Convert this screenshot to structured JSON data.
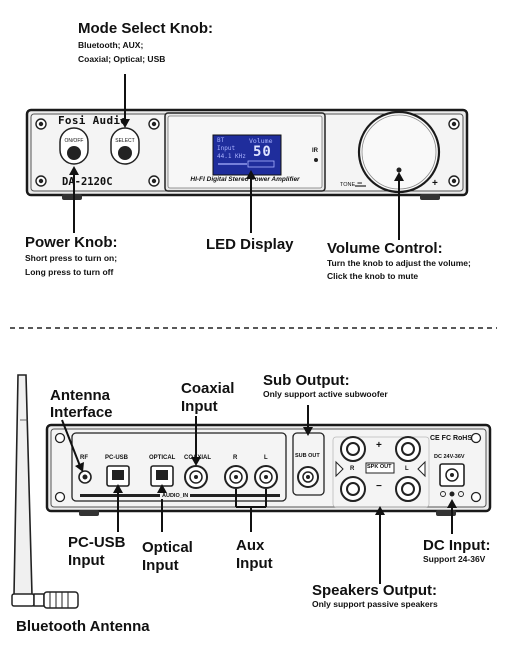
{
  "front": {
    "mode_knob": {
      "title": "Mode Select Knob",
      "desc1": "Bluetooth; AUX;",
      "desc2": "Coaxial; Optical; USB"
    },
    "power_knob": {
      "title": "Power Knob",
      "desc1": "Short press to turn on;",
      "desc2": "Long press to turn off"
    },
    "led_display": {
      "title": "LED Display"
    },
    "volume_control": {
      "title": "Volume Control",
      "desc1": "Turn the knob to adjust the volume;",
      "desc2": "Click the knob to mute"
    },
    "device": {
      "brand": "Fosi Audio",
      "model": "DA-2120C",
      "onoff": "ON/OFF",
      "select": "SELECT",
      "lcd_mode": "BT",
      "lcd_input": "Input",
      "lcd_rate": "44.1 KHz",
      "lcd_volume_label": "Volume",
      "lcd_volume_value": "50",
      "subtitle": "HI-FI Digital Stereo Power Amplifier",
      "ir": "IR",
      "tone": "TONE",
      "minus": "−",
      "plus": "+"
    }
  },
  "back": {
    "antenna_interface": {
      "title1": "Antenna",
      "title2": "Interface"
    },
    "coaxial_input": {
      "title1": "Coaxial",
      "title2": "Input"
    },
    "sub_output": {
      "title": "Sub Output:",
      "desc": "Only support active subwoofer"
    },
    "pc_usb_input": {
      "title1": "PC-USB",
      "title2": "Input"
    },
    "optical_input": {
      "title1": "Optical",
      "title2": "Input"
    },
    "aux_input": {
      "title1": "Aux",
      "title2": "Input"
    },
    "dc_input": {
      "title": "DC Input:",
      "desc": "Support 24-36V"
    },
    "speakers_output": {
      "title": "Speakers Output:",
      "desc": "Only support passive speakers"
    },
    "bluetooth_antenna": {
      "title": "Bluetooth Antenna"
    },
    "device": {
      "rf": "RF",
      "pc_usb": "PC-USB",
      "optical": "OPTICAL",
      "coaxial": "COAXIAL",
      "r": "R",
      "l": "L",
      "audio_in": "AUDIO_IN",
      "sub_out": "SUB OUT",
      "spk_out": "SPK OUT",
      "spk_r": "R",
      "spk_l": "L",
      "spk_plus": "+",
      "spk_minus": "−",
      "dc_rating": "DC 24V-36V",
      "certs": "CE FC RoHS"
    }
  }
}
